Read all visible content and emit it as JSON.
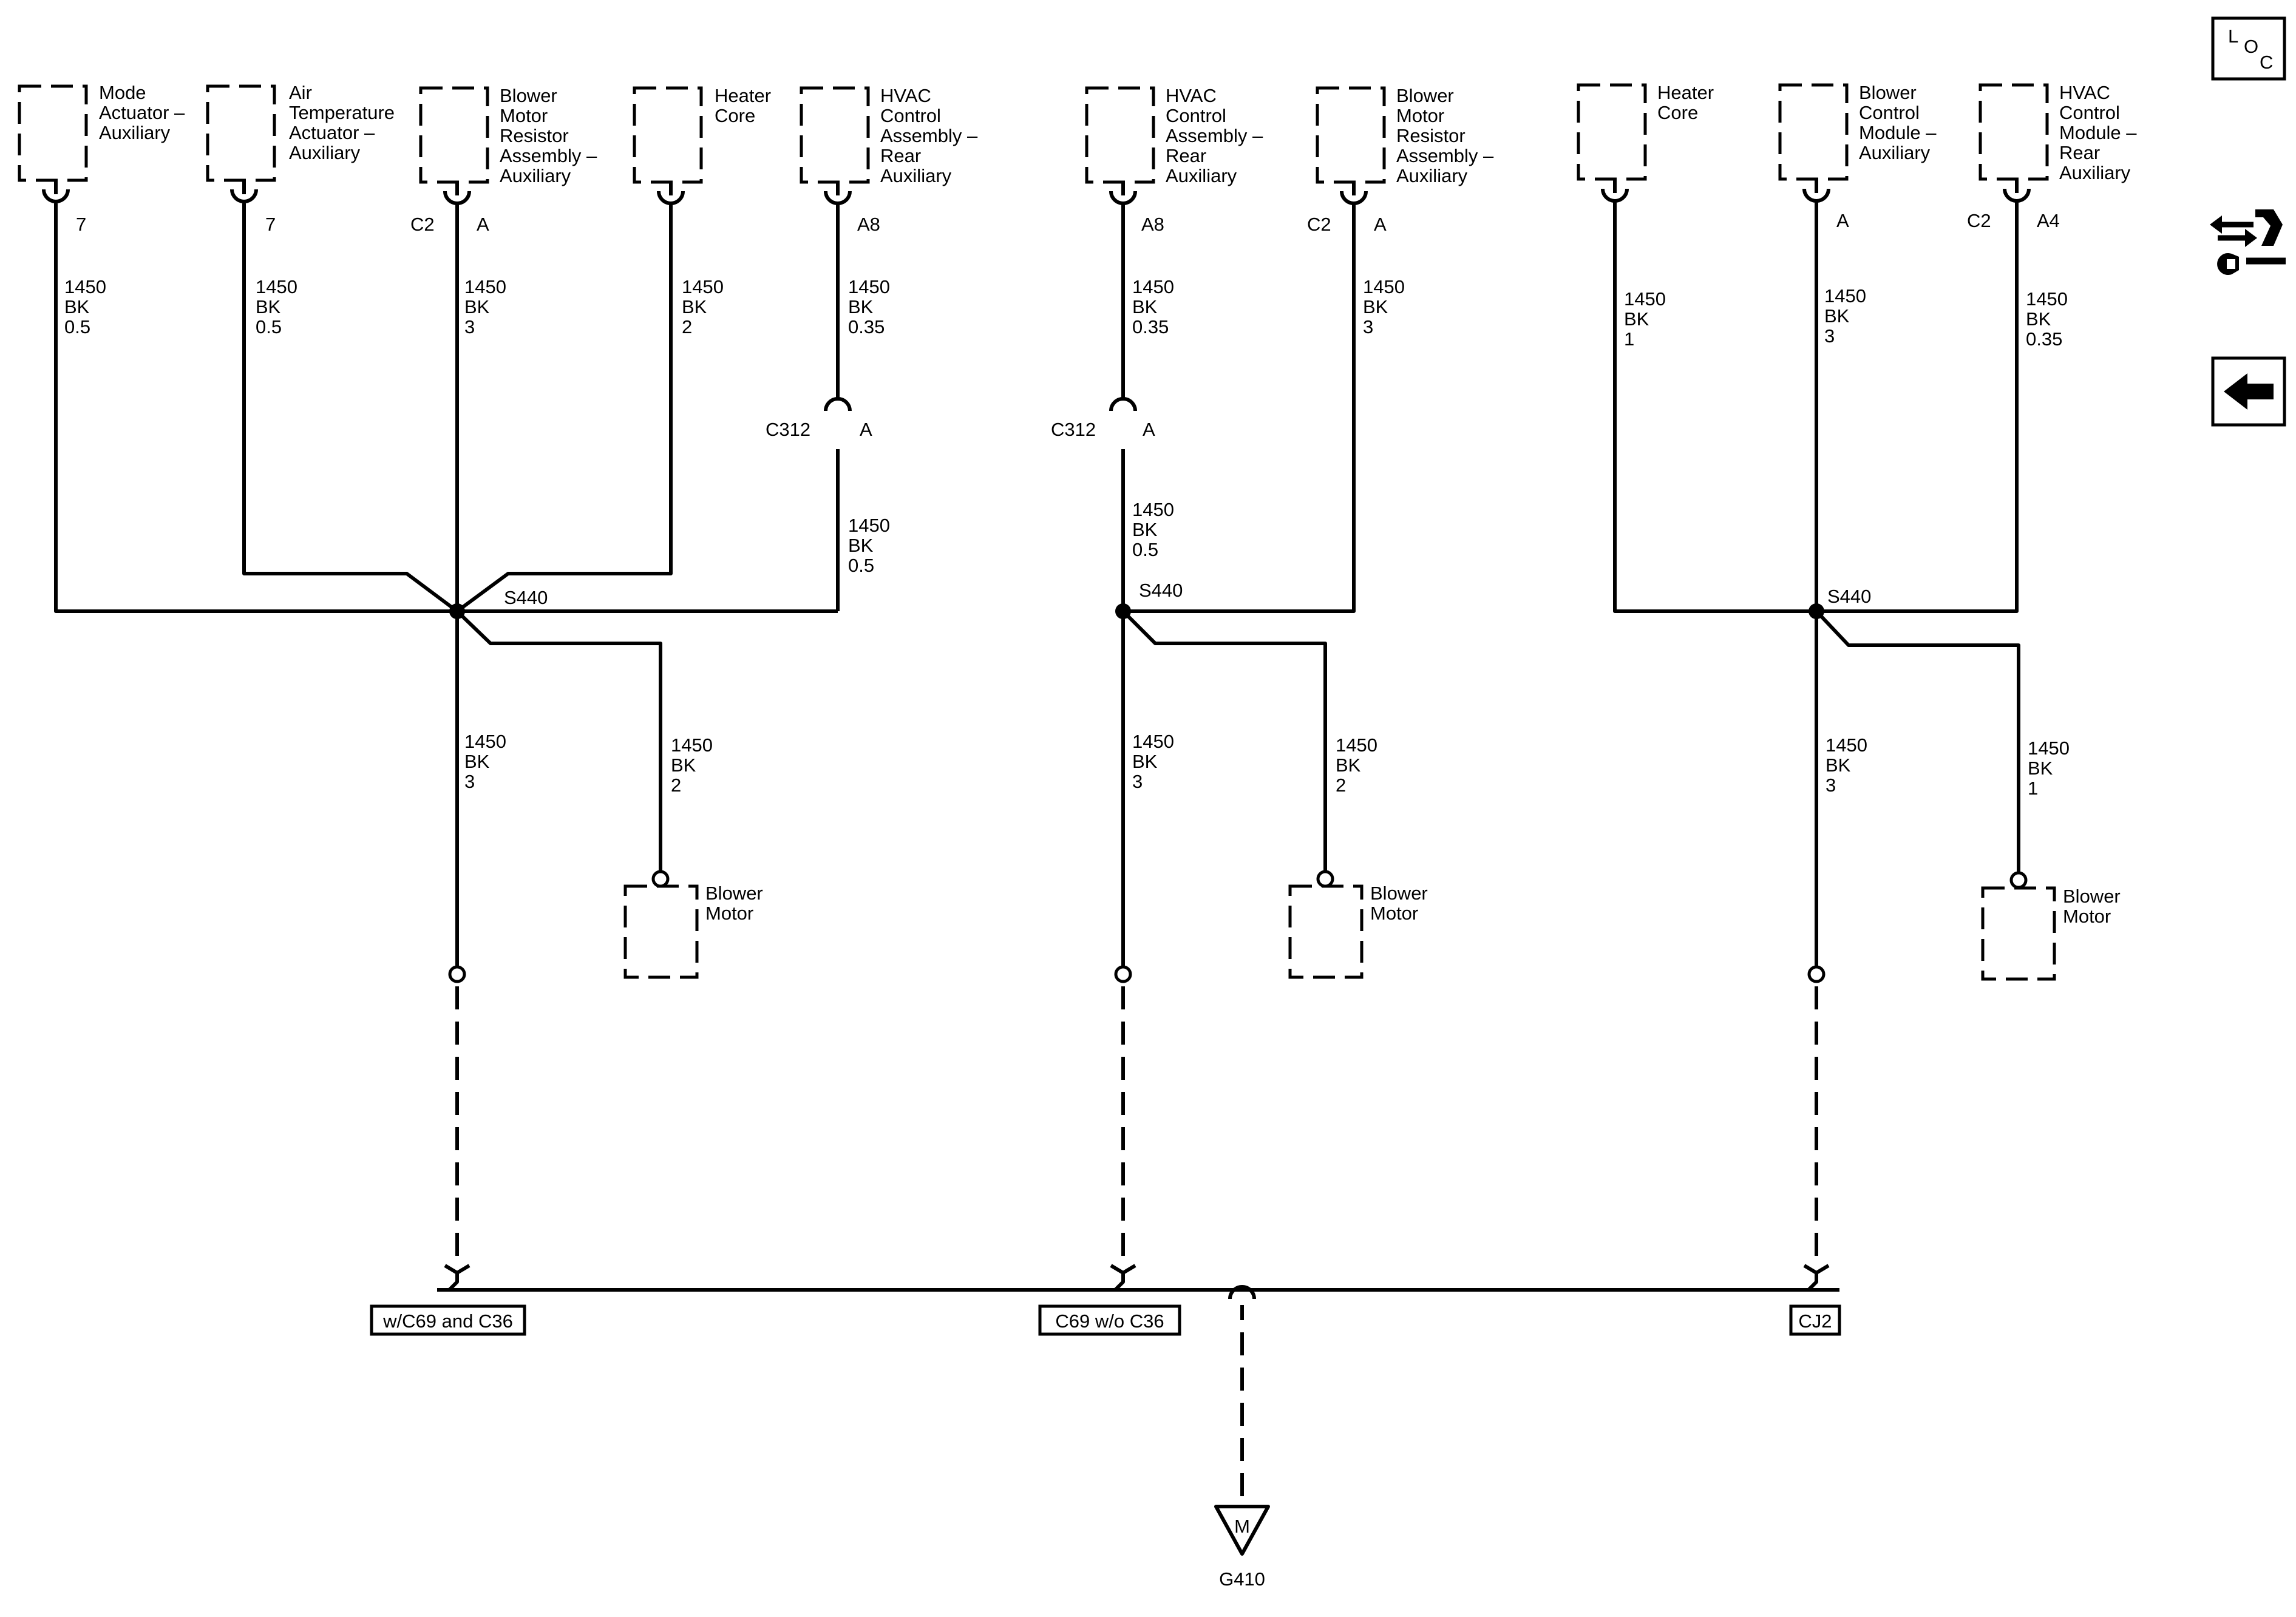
{
  "components": {
    "mode_actuator": [
      "Mode",
      "Actuator –",
      "Auxiliary"
    ],
    "air_temp_actuator": [
      "Air",
      "Temperature",
      "Actuator –",
      "Auxiliary"
    ],
    "blower_resistor_1": [
      "Blower",
      "Motor",
      "Resistor",
      "Assembly –",
      "Auxiliary"
    ],
    "heater_core_1": [
      "Heater",
      "Core"
    ],
    "hvac_control_1": [
      "HVAC",
      "Control",
      "Assembly –",
      "Rear",
      "Auxiliary"
    ],
    "hvac_control_2": [
      "HVAC",
      "Control",
      "Assembly –",
      "Rear",
      "Auxiliary"
    ],
    "blower_resistor_2": [
      "Blower",
      "Motor",
      "Resistor",
      "Assembly –",
      "Auxiliary"
    ],
    "heater_core_2": [
      "Heater",
      "Core"
    ],
    "blower_control_module": [
      "Blower",
      "Control",
      "Module –",
      "Auxiliary"
    ],
    "hvac_control_module": [
      "HVAC",
      "Control",
      "Module –",
      "Rear",
      "Auxiliary"
    ],
    "blower_motor": [
      "Blower",
      "Motor"
    ]
  },
  "pins": {
    "p7": "7",
    "pA": "A",
    "pA8": "A8",
    "pA4": "A4",
    "c2": "C2",
    "c312": "C312"
  },
  "wires": {
    "bk_0_5": [
      "1450",
      "BK",
      "0.5"
    ],
    "bk_0_35": [
      "1450",
      "BK",
      "0.35"
    ],
    "bk_1": [
      "1450",
      "BK",
      "1"
    ],
    "bk_2": [
      "1450",
      "BK",
      "2"
    ],
    "bk_3": [
      "1450",
      "BK",
      "3"
    ]
  },
  "splice": "S440",
  "options": {
    "left": "w/C69 and C36",
    "middle": "C69 w/o C36",
    "right": "CJ2"
  },
  "ground": {
    "symbol": "M",
    "label": "G410"
  },
  "nav": {
    "loc_l": "L",
    "loc_o": "O",
    "loc_c": "C"
  }
}
